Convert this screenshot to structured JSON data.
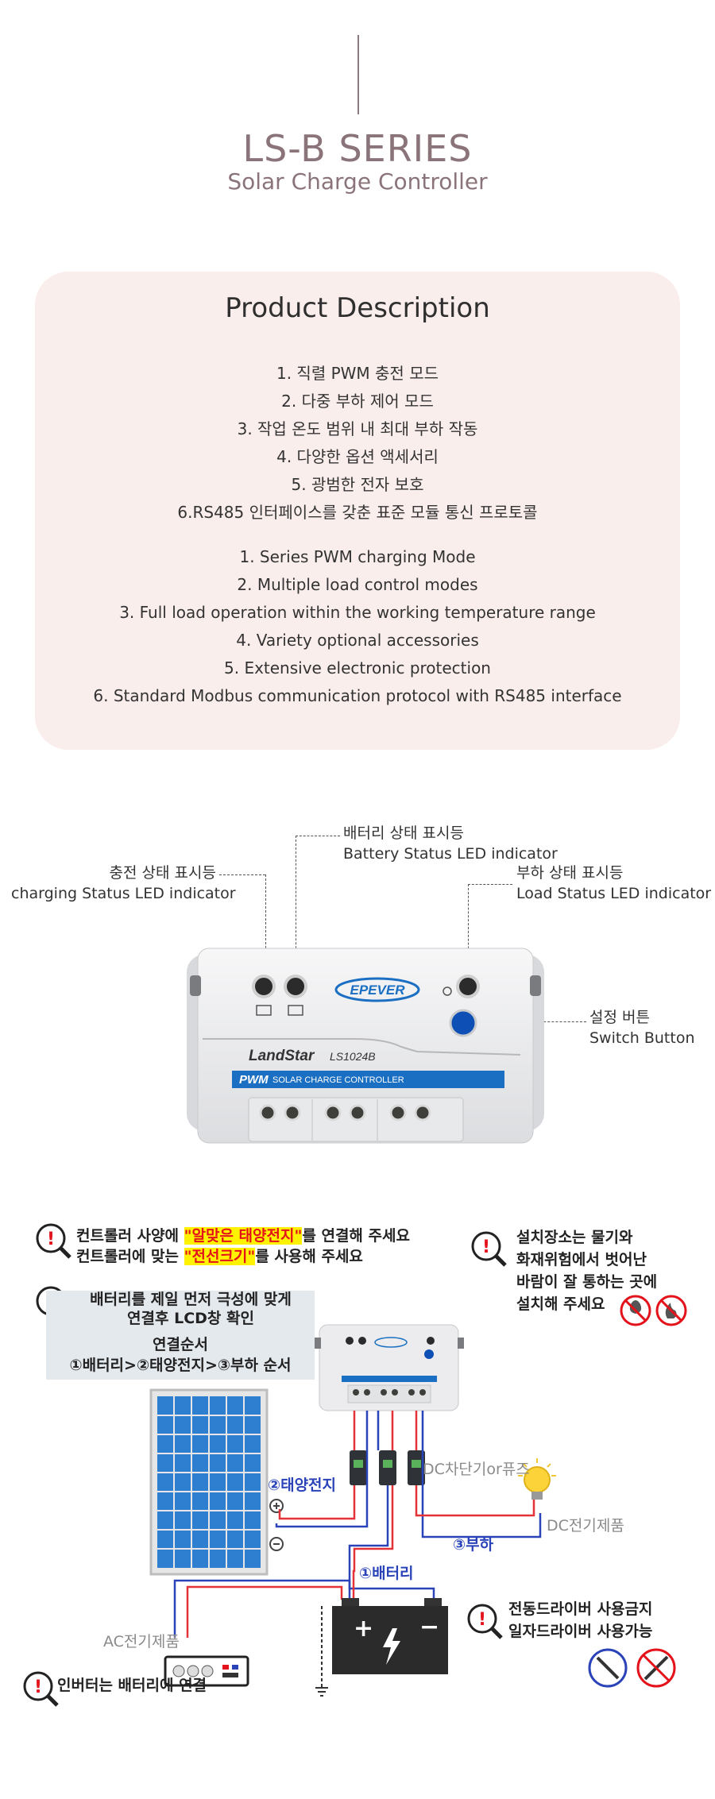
{
  "header": {
    "title": "LS-B SERIES",
    "subtitle": "Solar Charge Controller"
  },
  "description": {
    "title": "Product Description",
    "korean_items": [
      "1. 직렬 PWM 충전 모드",
      "2. 다중 부하 제어 모드",
      "3. 작업 온도 범위 내 최대 부하 작동",
      "4. 다양한 옵션 액세서리",
      "5. 광범한 전자 보호",
      "6.RS485 인터페이스를 갖춘 표준 모듈 통신 프로토콜"
    ],
    "english_items": [
      "1. Series PWM charging Mode",
      "2. Multiple load control modes",
      "3. Full load operation within the working temperature range",
      "4. Variety optional accessories",
      "5. Extensive electronic protection",
      "6. Standard Modbus communication protocol with RS485 interface"
    ]
  },
  "indicators": {
    "battery_ko": "배터리 상태 표시등",
    "battery_en": "Battery Status LED indicator",
    "charging_ko": "충전 상태 표시등",
    "charging_en": "charging Status LED indicator",
    "load_ko": "부하 상태 표시등",
    "load_en": "Load Status LED indicator",
    "switch_ko": "설정 버튼",
    "switch_en": "Switch Button"
  },
  "device": {
    "brand": "EPEVER",
    "model_name": "LandStar",
    "model_code": "LS1024B",
    "pwm": "PWM",
    "band_text": "SOLAR CHARGE CONTROLLER"
  },
  "wiring": {
    "warn1_a": "컨트롤러 사양에 ",
    "warn1_hl": "\"알맞은 태양전지\"",
    "warn1_b": "를 연결해 주세요",
    "warn2_a": "컨트롤러에 맞는 ",
    "warn2_hl": "\"전선크기\"",
    "warn2_b": "를 사용해 주세요",
    "battery_first_1": "배터리를 제일 먼저 극성에 맞게",
    "battery_first_2": "연결후 LCD창 확인",
    "order_title": "연결순서",
    "order": "①배터리>②태양전지>③부하 순서",
    "location_1": "설치장소는 물기와",
    "location_2": "화재위험에서 벗어난",
    "location_3": "바람이 잘 통하는 곳에",
    "location_4": "설치해 주세요",
    "solar_label": "②태양전지",
    "breaker_label": "DC차단기or퓨즈",
    "dc_product": "DC전기제품",
    "load_label": "③부하",
    "battery_label": "①배터리",
    "ac_product": "AC전기제품",
    "driver_1": "전동드라이버 사용금지",
    "driver_2": "일자드라이버 사용가능",
    "inverter": "인버터는 배터리에 연결"
  },
  "colors": {
    "title": "#8a7479",
    "desc_bg": "#faeeec",
    "band": "#1b6fc2",
    "wire_red": "#e53238",
    "wire_blue": "#2a43b8",
    "warning": "#e3121b"
  }
}
